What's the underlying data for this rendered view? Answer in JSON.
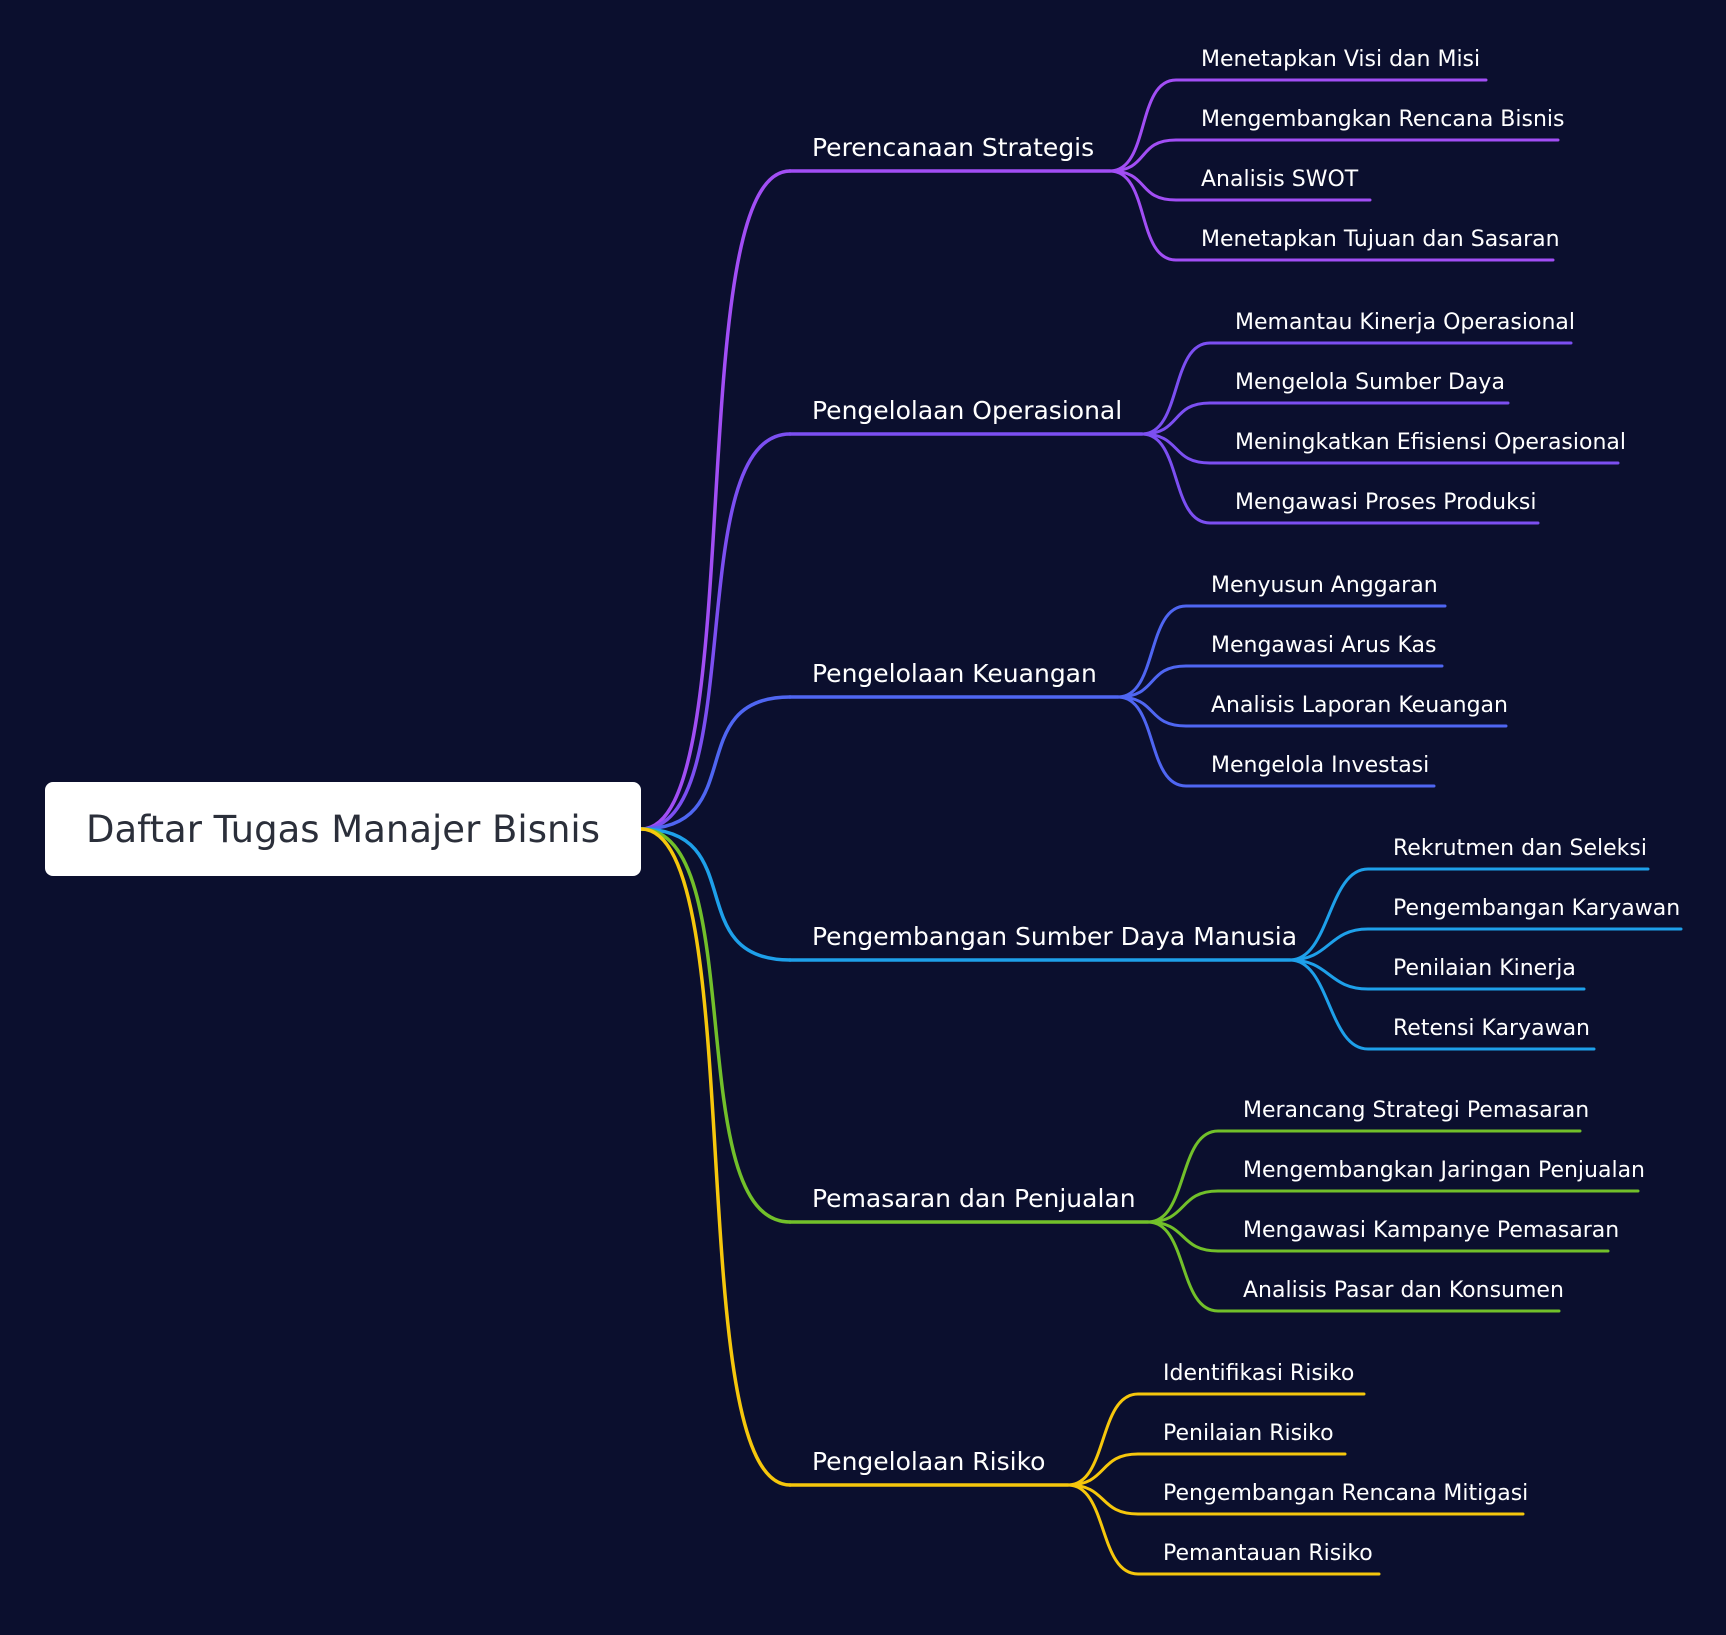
{
  "root": {
    "label": "Daftar Tugas Manajer Bisnis"
  },
  "branches": [
    {
      "label": "Perencanaan Strategis",
      "color": "#a24ef5",
      "children": [
        "Menetapkan Visi dan Misi",
        "Mengembangkan Rencana Bisnis",
        "Analisis SWOT",
        "Menetapkan Tujuan dan Sasaran"
      ]
    },
    {
      "label": "Pengelolaan Operasional",
      "color": "#7c4ff2",
      "children": [
        "Memantau Kinerja Operasional",
        "Mengelola Sumber Daya",
        "Meningkatkan Efisiensi Operasional",
        "Mengawasi Proses Produksi"
      ]
    },
    {
      "label": "Pengelolaan Keuangan",
      "color": "#4f66f2",
      "children": [
        "Menyusun Anggaran",
        "Mengawasi Arus Kas",
        "Analisis Laporan Keuangan",
        "Mengelola Investasi"
      ]
    },
    {
      "label": "Pengembangan Sumber Daya Manusia",
      "color": "#1ea0ea",
      "children": [
        "Rekrutmen dan Seleksi",
        "Pengembangan Karyawan",
        "Penilaian Kinerja",
        "Retensi Karyawan"
      ]
    },
    {
      "label": "Pemasaran dan Penjualan",
      "color": "#72c02a",
      "children": [
        "Merancang Strategi Pemasaran",
        "Mengembangkan Jaringan Penjualan",
        "Mengawasi Kampanye Pemasaran",
        "Analisis Pasar dan Konsumen"
      ]
    },
    {
      "label": "Pengelolaan Risiko",
      "color": "#f6c70c",
      "children": [
        "Identifikasi Risiko",
        "Penilaian Risiko",
        "Pengembangan Rencana Mitigasi",
        "Pemantauan Risiko"
      ]
    }
  ]
}
